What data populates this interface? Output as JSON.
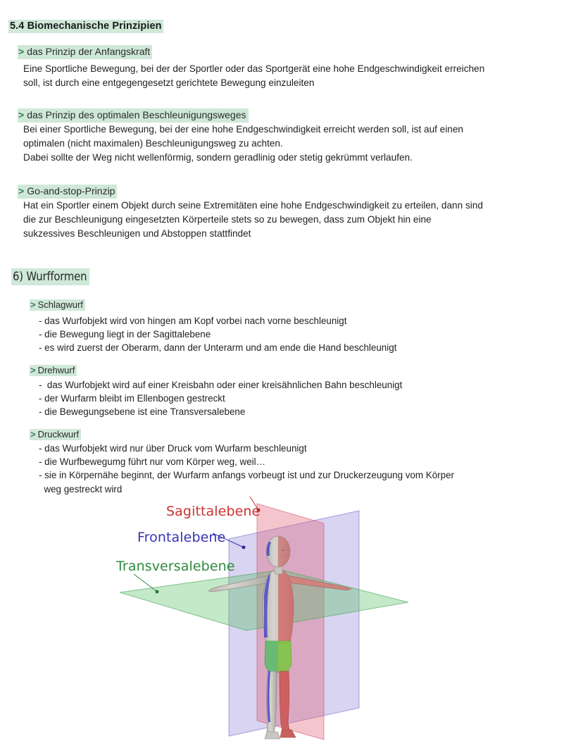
{
  "document": {
    "main_heading": "5.4 Biomechanische Prinzipien",
    "sections": [
      {
        "heading_marker": ">",
        "heading": "das Prinzip der Anfangskraft",
        "lines": [
          "Eine Sportliche Bewegung, bei der der Sportler oder das Sportgerät eine hohe Endgeschwindigkeit erreichen",
          "soll, ist durch eine entgegengesetzt gerichtete Bewegung einzuleiten"
        ]
      },
      {
        "heading_marker": ">",
        "heading": "das Prinzip des optimalen Beschleunigungsweges",
        "lines": [
          "Bei einer Sportliche Bewegung, bei der eine hohe Endgeschwindigkeit erreicht werden soll, ist auf einen",
          "optimalen (nicht maximalen) Beschleunigungsweg zu achten.",
          "Dabei sollte der Weg nicht wellenförmig, sondern geradlinig oder stetig gekrümmt verlaufen."
        ]
      },
      {
        "heading_marker": ">",
        "heading": "Go-and-stop-Prinzip",
        "lines": [
          "Hat ein Sportler einem Objekt durch seine Extremitäten eine hohe Endgeschwindigkeit zu erteilen, dann sind",
          "die zur Beschleunigung eingesetzten Körperteile stets so zu bewegen, dass zum Objekt hin eine",
          "sukzessives Beschleunigen und Abstoppen stattfindet"
        ]
      }
    ],
    "wurfformen": {
      "heading": "6) Wurfformen",
      "items": [
        {
          "heading_marker": ">",
          "heading": "Schlagwurf",
          "bullets": [
            "- das Wurfobjekt wird von hingen am Kopf vorbei nach vorne beschleunigt",
            "- die Bewegung liegt in der Sagittalebene",
            "- es wird zuerst der Oberarm, dann der Unterarm und am ende die Hand beschleunigt"
          ]
        },
        {
          "heading_marker": ">",
          "heading": "Drehwurf",
          "bullets": [
            "-  das Wurfobjekt wird auf einer Kreisbahn oder einer kreisähnlichen Bahn beschleunigt",
            "- der Wurfarm bleibt im Ellenbogen gestreckt",
            "- die Bewegungsebene ist eine Transversalebene"
          ]
        },
        {
          "heading_marker": ">",
          "heading": "Druckwurf",
          "bullets": [
            "- das Wurfobjekt wird nur über Druck vom Wurfarm beschleunigt",
            "- die Wurfbewegumg führt nur vom Körper weg, weil…",
            "- sie in Körpernähe beginnt, der Wurfarm anfangs vorbeugt ist und zur Druckerzeugung vom Körper",
            "  weg gestreckt wird"
          ]
        }
      ]
    },
    "figure": {
      "description": "Anatomische Körperebenen am 3D-Modell",
      "labels": {
        "sagittal": "Sagittalebene",
        "frontal": "Frontalebene",
        "transversal": "Transversalebene"
      },
      "colors": {
        "sagittal": "#cc3333",
        "frontal": "#3733b5",
        "transversal": "#2e8b3d",
        "highlight": "#cfe8d8"
      }
    }
  }
}
